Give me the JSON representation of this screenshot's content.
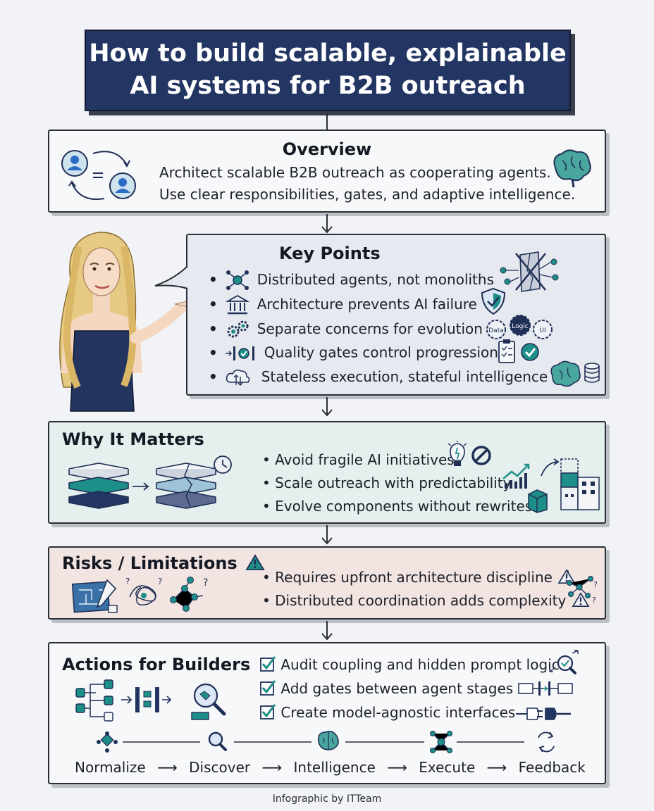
{
  "title": {
    "line1": "How to build scalable, explainable",
    "line2": "AI systems for B2B outreach"
  },
  "overview": {
    "heading": "Overview",
    "line1": "Architect scalable B2B outreach as cooperating agents.",
    "line2": "Use clear responsibilities, gates, and adaptive intelligence.",
    "icons": [
      "users-sync-icon",
      "brain-icon"
    ]
  },
  "key_points": {
    "heading": "Key Points",
    "items": [
      {
        "text": "Distributed agents, not monoliths",
        "icon": "network-icon"
      },
      {
        "text": "Architecture prevents AI failure",
        "icon": "bank-icon"
      },
      {
        "text": "Separate concerns for evolution",
        "icon": "gears-icon"
      },
      {
        "text": "Quality gates control progression",
        "icon": "gate-icon"
      },
      {
        "text": "Stateless execution, stateful intelligence",
        "icon": "cloud-icon"
      }
    ],
    "gear_labels": [
      "Data",
      "Logic",
      "UI"
    ]
  },
  "why_it_matters": {
    "heading": "Why It Matters",
    "items": [
      "Avoid fragile AI initiatives",
      "Scale outreach with predictability",
      "Evolve components without rewrites"
    ]
  },
  "risks": {
    "heading": "Risks / Limitations",
    "items": [
      "Requires upfront architecture discipline",
      "Distributed coordination adds complexity"
    ]
  },
  "actions": {
    "heading": "Actions for Builders",
    "items": [
      "Audit coupling and hidden prompt logic",
      "Add gates between agent stages",
      "Create model-agnostic interfaces"
    ]
  },
  "pipeline": {
    "steps": [
      "Normalize",
      "Discover",
      "Intelligence",
      "Execute",
      "Feedback"
    ]
  },
  "credit": "Infographic by ITTeam",
  "colors": {
    "navy": "#233562",
    "teal": "#1e8f88",
    "overview_bg": "#f7f8fa",
    "keypoints_bg": "#e6e9f0",
    "why_bg": "#e4efee",
    "risks_bg": "#f1e4e1",
    "actions_bg": "#f7f8fa"
  }
}
